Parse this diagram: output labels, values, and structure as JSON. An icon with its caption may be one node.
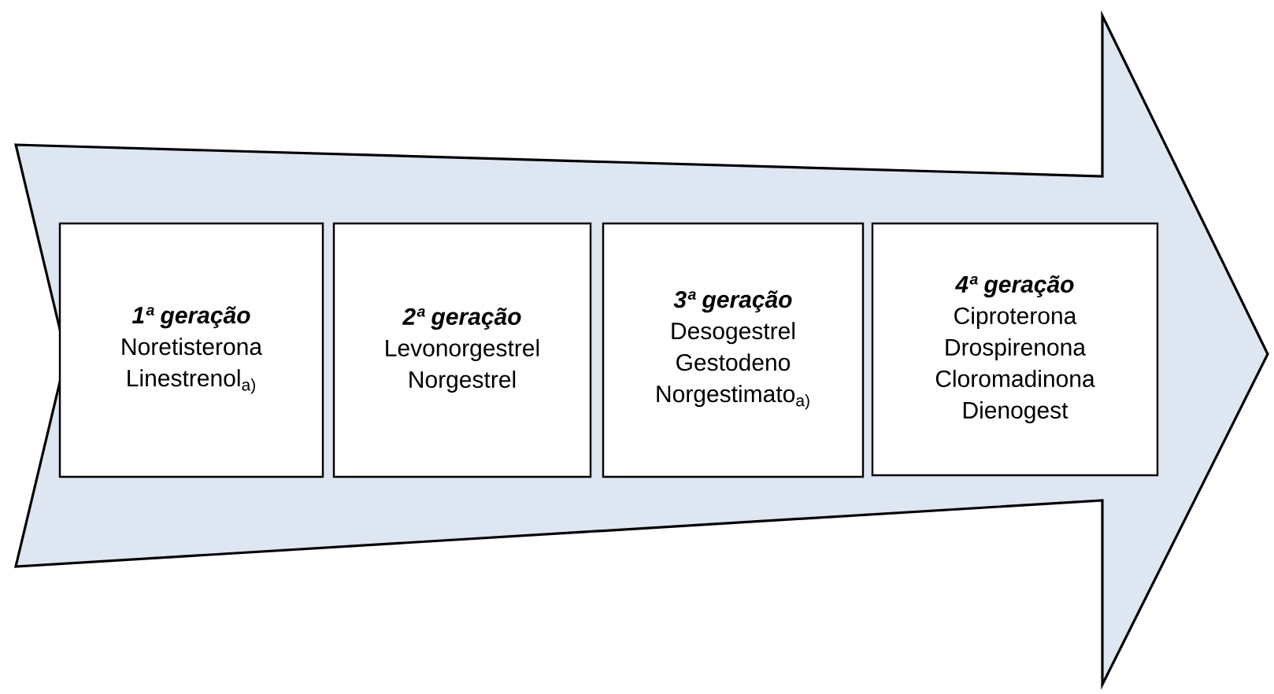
{
  "diagram": {
    "nodes": [
      {
        "text": [],
        "shape": "arrow"
      },
      {
        "text": [
          "1ª geração",
          "Noretisterona",
          "Linestrenol$_{a)}$"
        ],
        "in": 0
      },
      {
        "text": [
          "2ª geração",
          "Levonorgestrel",
          "Norgestrel"
        ],
        "in": 0
      },
      {
        "text": [
          "3ª geração",
          "Desogestrel",
          "Gestodeno",
          "Norgestimato$_{a)}$"
        ],
        "in": 0
      },
      {
        "text": [
          "4ª geração",
          "Ciproterona",
          "Drospirenona",
          "Cloromadinona",
          "Dienogest"
        ],
        "in": 0
      }
    ]
  }
}
